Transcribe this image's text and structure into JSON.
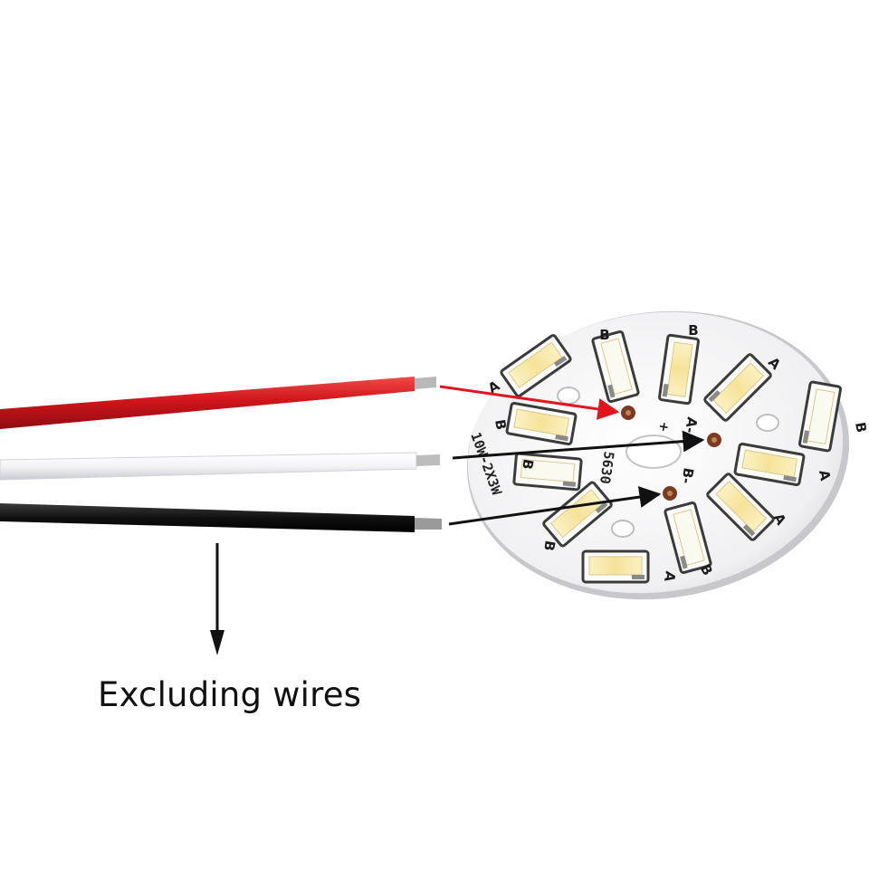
{
  "caption": "Excluding wires",
  "board": {
    "part_number": "5630",
    "spec_text": "10W-2X3W",
    "pad_labels": {
      "positive": "+",
      "channel_a": "A-",
      "channel_b": "B-"
    },
    "led_labels": [
      "A",
      "B",
      "B",
      "A",
      "B",
      "B",
      "A",
      "B",
      "A",
      "B",
      "B",
      "A"
    ]
  },
  "wires": [
    {
      "color_name": "red",
      "color": "#d0151a",
      "connects_to": "+"
    },
    {
      "color_name": "white",
      "color": "#f4f4f6",
      "connects_to": "A-"
    },
    {
      "color_name": "black",
      "color": "#111111",
      "connects_to": "B-"
    }
  ],
  "colors": {
    "arrow_red": "#e2141c",
    "arrow_black": "#111111",
    "led_warm": "#f6e6a6",
    "led_cool": "#fafaf0",
    "board": "#f3f3f3"
  },
  "icons": [
    "down-arrow-icon"
  ]
}
